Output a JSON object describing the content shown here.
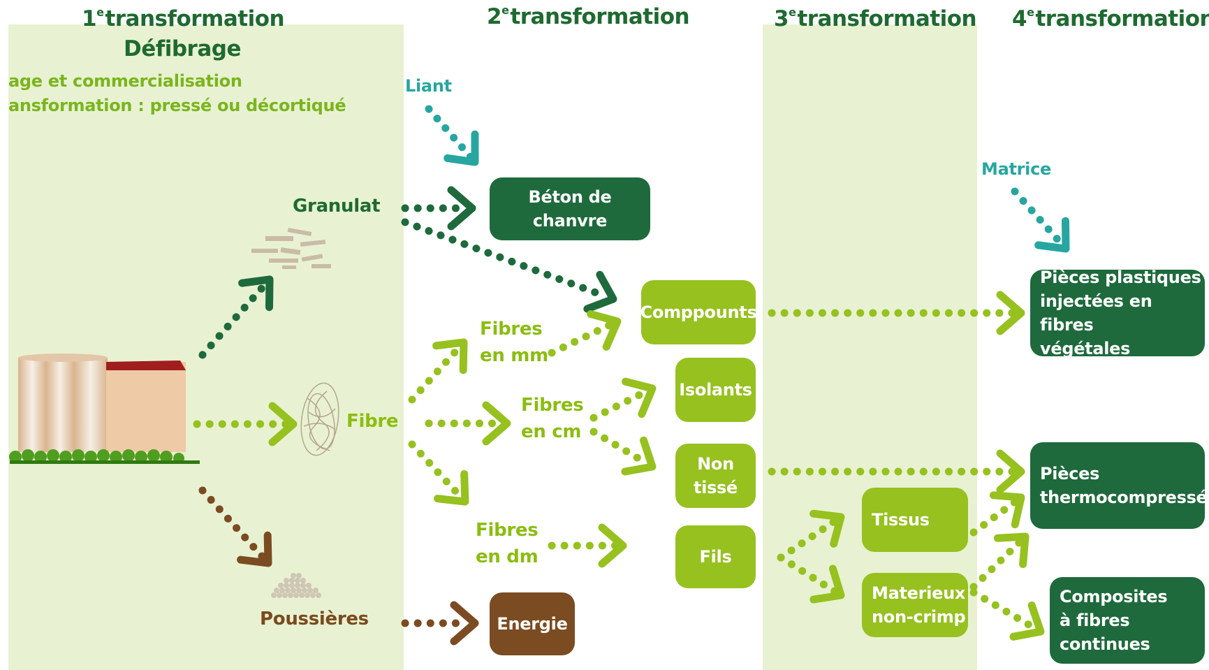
{
  "headers": {
    "t1": {
      "num": "1",
      "sup": "e",
      "word": "transformation"
    },
    "t2": {
      "num": "2",
      "sup": "e",
      "word": "transformation"
    },
    "t3": {
      "num": "3",
      "sup": "e",
      "word": "transformation"
    },
    "t4": {
      "num": "4",
      "sup": "e",
      "word": "transformation"
    }
  },
  "defibrage": "Défibrage",
  "sub_lines": [
    "age et commercialisation",
    "ansformation : pressé ou décortiqué"
  ],
  "labels": {
    "liant": "Liant",
    "matrice": "Matrice",
    "granulat": "Granulat",
    "fibre": "Fibre",
    "poussieres": "Poussières",
    "fibres_mm_1": "Fibres",
    "fibres_mm_2": "en mm",
    "fibres_cm_1": "Fibres",
    "fibres_cm_2": "en cm",
    "fibres_dm_1": "Fibres",
    "fibres_dm_2": "en dm"
  },
  "boxes": {
    "beton": "Béton de chanvre",
    "energie": "Energie",
    "comppounts": "Comppounts",
    "isolants": "Isolants",
    "non_tisse": "Non\ntissé",
    "fils": "Fils",
    "tissus": "Tissus",
    "materieux": "Materieux\nnon-crimp",
    "pieces_plastiques": "Pièces plastiques\ninjectées en fibres\nvégétales",
    "pieces_thermo": "Pièces\nthermocompressées",
    "composites": "Composites\nà fibres\ncontinues"
  },
  "colors": {
    "band": "#e8f2d2",
    "dark_green": "#1e6a3c",
    "light_green": "#96c11f",
    "brown": "#7b4b22",
    "teal": "#27a6a1"
  },
  "icons": [
    "hemp-bales-icon",
    "granulate-icon",
    "fiber-tangle-icon",
    "dust-pile-icon"
  ]
}
